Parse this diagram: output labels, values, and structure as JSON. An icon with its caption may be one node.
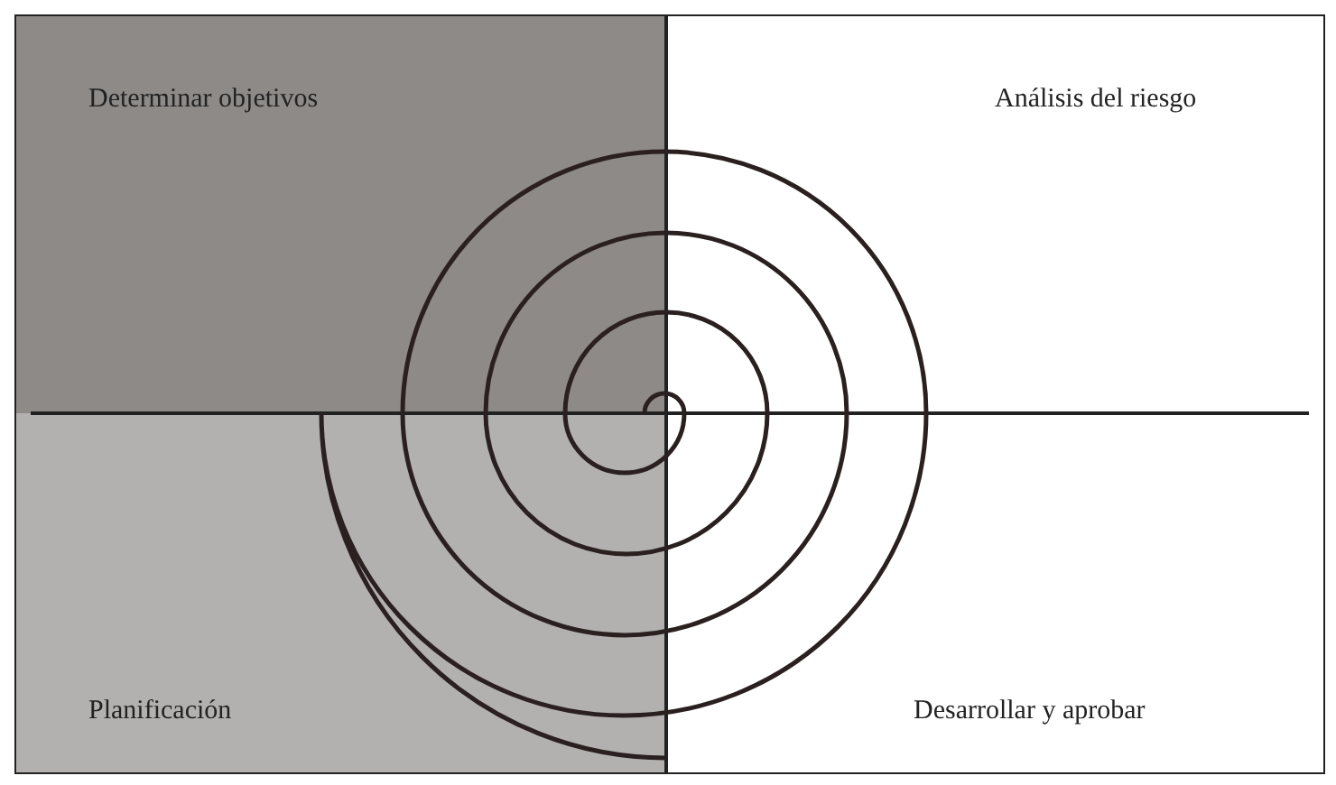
{
  "diagram": {
    "nodes": [
      {
        "text": [
          "Determinar objetivos"
        ]
      },
      {
        "text": [
          "Análisis del riesgo"
        ]
      },
      {
        "text": [
          "Planificación"
        ]
      },
      {
        "text": [
          "Desarrollar y aprobar"
        ]
      }
    ]
  }
}
